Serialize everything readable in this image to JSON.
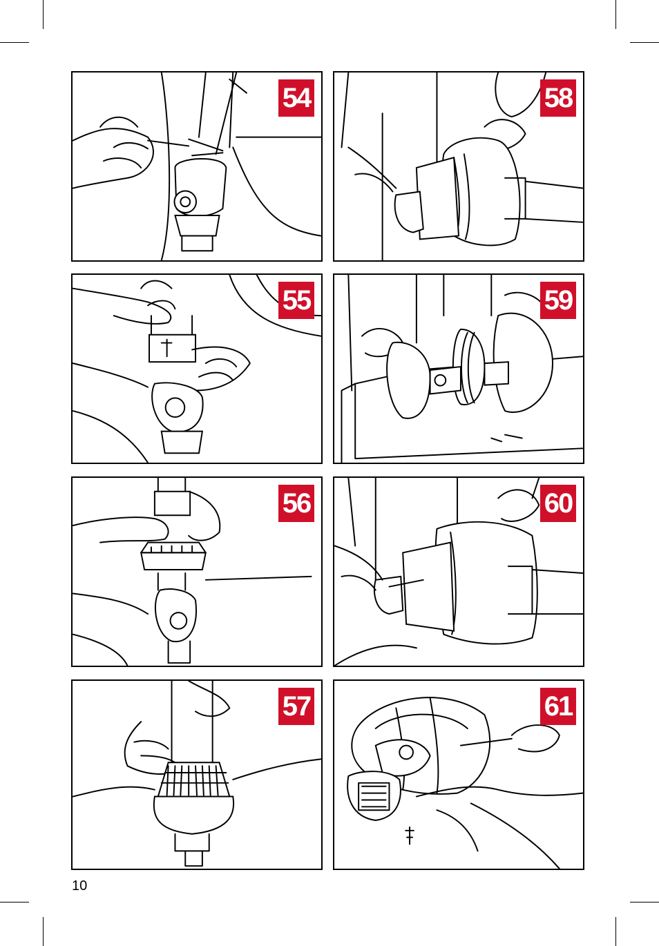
{
  "page": {
    "number": "10"
  },
  "figures": [
    {
      "label": "54",
      "icon": "tightening-clamp-illustration"
    },
    {
      "label": "55",
      "icon": "fitting-joint-illustration"
    },
    {
      "label": "56",
      "icon": "assembling-bearing-illustration"
    },
    {
      "label": "57",
      "icon": "seating-bearing-illustration"
    },
    {
      "label": "58",
      "icon": "mounting-guard-cone-illustration"
    },
    {
      "label": "59",
      "icon": "guard-cone-on-bench-illustration"
    },
    {
      "label": "60",
      "icon": "screwing-guard-cone-illustration"
    },
    {
      "label": "61",
      "icon": "fastening-screw-illustration"
    }
  ],
  "colors": {
    "badge": "#d0102a",
    "ink": "#000000",
    "paper": "#ffffff"
  }
}
